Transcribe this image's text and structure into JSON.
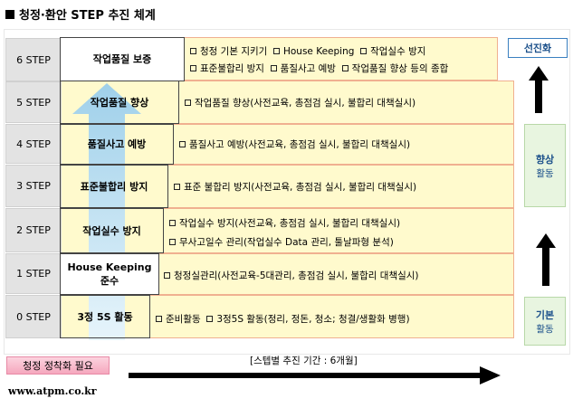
{
  "title": "청정·환안 STEP 추진 체계",
  "steps": [
    {
      "label": "6 STEP",
      "head": "작업품질 보증",
      "items": [
        "청정 기본 지키기",
        "House Keeping",
        "작업실수 방지",
        "표준불합리 방지",
        "품질사고 예방",
        "작업품질 향상 등의 종합"
      ]
    },
    {
      "label": "5 STEP",
      "head": "작업품질 향상",
      "items": [
        "작업품질 향상(사전교육, 총점검 실시, 불합리 대책실시)"
      ]
    },
    {
      "label": "4 STEP",
      "head": "품질사고 예방",
      "items": [
        "품질사고 예방(사전교육, 총점검 실시, 불합리 대책실시)"
      ]
    },
    {
      "label": "3 STEP",
      "head": "표준불합리 방지",
      "items": [
        "표준 불합리 방지(사전교육, 총점검 실시, 불합리 대책실시)"
      ]
    },
    {
      "label": "2 STEP",
      "head": "작업실수 방지",
      "items": [
        "작업실수 방지(사전교육, 총점검 실시, 불합리 대책실시)",
        "무사고일수 관리(작업실수 Data 관리, 툴날파형 분석)"
      ]
    },
    {
      "label": "1 STEP",
      "head_lines": [
        "House Keeping",
        "준수"
      ],
      "items": [
        "청정실관리(사전교육-5대관리, 총점검 실시, 불합리 대책실시)"
      ]
    },
    {
      "label": "0 STEP",
      "head": "3정 5S 활동",
      "items": [
        "준비활동",
        "3정5S 활동(정리, 정돈, 청소; 청결/생활화 병행)"
      ]
    }
  ],
  "right": {
    "top": "선진화",
    "middle_main": "향상",
    "middle_sub": "활동",
    "bottom_main": "기본",
    "bottom_sub": "활동"
  },
  "bottom": {
    "left_label": "청정 정착화 필요",
    "timeline": "[스텝별 추진 기간 : 6개월]",
    "website": "www.atpm.co.kr"
  },
  "colors": {
    "yellow_fill": "#fffacd",
    "orange_border": "#f0b090",
    "gray_step": "#e3e3e3",
    "green_box": "#e8f5e0",
    "pink_label": "#f9b9cc",
    "arrow_blue": "#b8dcef"
  }
}
